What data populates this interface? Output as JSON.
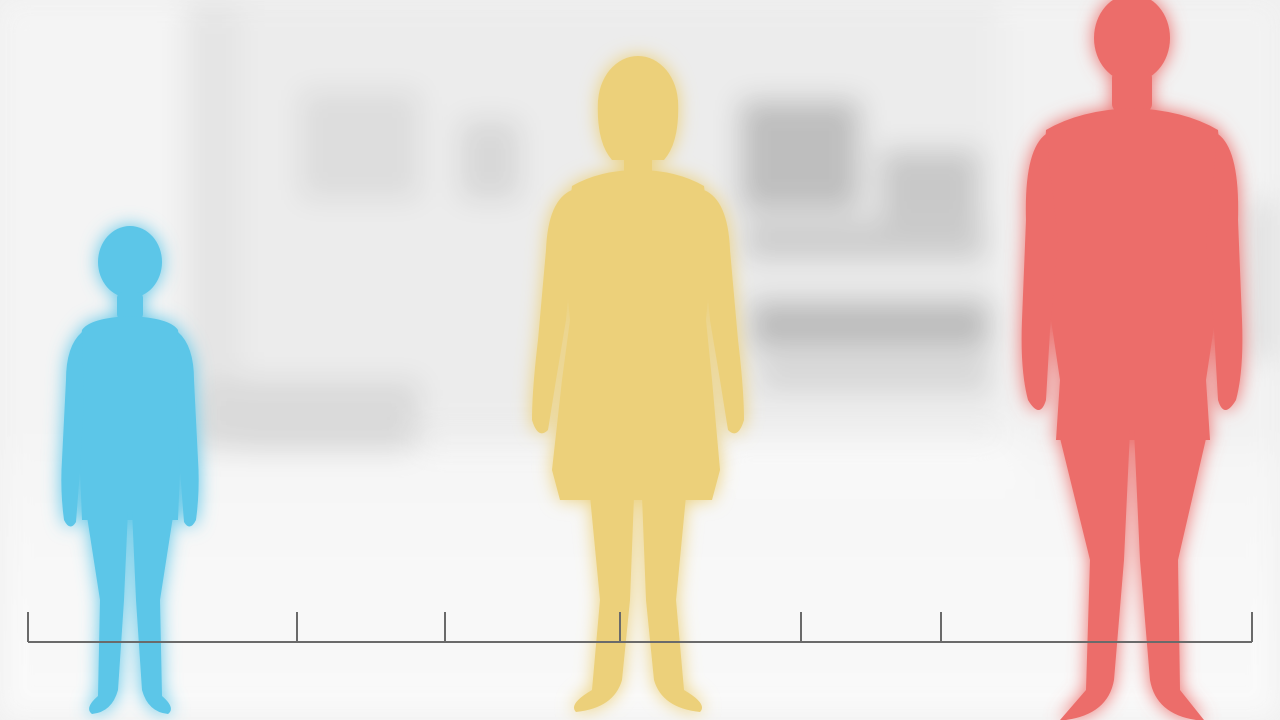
{
  "figures": [
    {
      "name": "child",
      "color": "#5bc6e8",
      "glow": "#8fdcf5"
    },
    {
      "name": "girl",
      "color": "#ecd07a",
      "glow": "#f6e49a"
    },
    {
      "name": "man",
      "color": "#ec6d6a",
      "glow": "#f6908a"
    }
  ],
  "scale": {
    "color": "#6a6a6a",
    "tick_count": 7
  }
}
